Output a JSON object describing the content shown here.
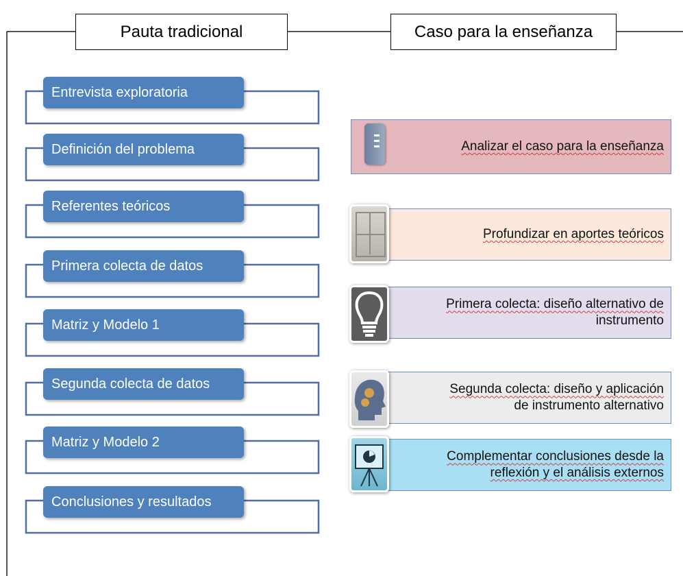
{
  "headers": {
    "left": "Pauta tradicional",
    "right": "Caso para la enseñanza"
  },
  "steps": [
    "Entrevista exploratoria",
    "Definición del problema",
    "Referentes teóricos",
    "Primera colecta de datos",
    "Matriz y Modelo 1",
    "Segunda colecta de datos",
    "Matriz y Modelo 2",
    "Conclusiones  y resultados"
  ],
  "cards": [
    {
      "line1": "Analizar el caso para la enseñanza",
      "line2": "",
      "color": "#e4b8bc",
      "icon": "document-icon"
    },
    {
      "line1": "Profundizar en aportes teóricos",
      "line2": "",
      "color": "#fde9dc",
      "icon": "bookshelf-icon"
    },
    {
      "line1": "Primera colecta:  diseño alternativo de",
      "line2": "instrumento",
      "color": "#e2dcec",
      "icon": "lightbulb-icon"
    },
    {
      "line1": "Segunda colecta: diseño y aplicación",
      "line2": "de instrumento alternativo",
      "color": "#ececec",
      "icon": "head-gears-icon"
    },
    {
      "line1": "Complementar conclusiones desde la",
      "line2": "reflexión y el análisis externos",
      "color": "#a8dff5",
      "icon": "presentation-chart-icon"
    }
  ]
}
